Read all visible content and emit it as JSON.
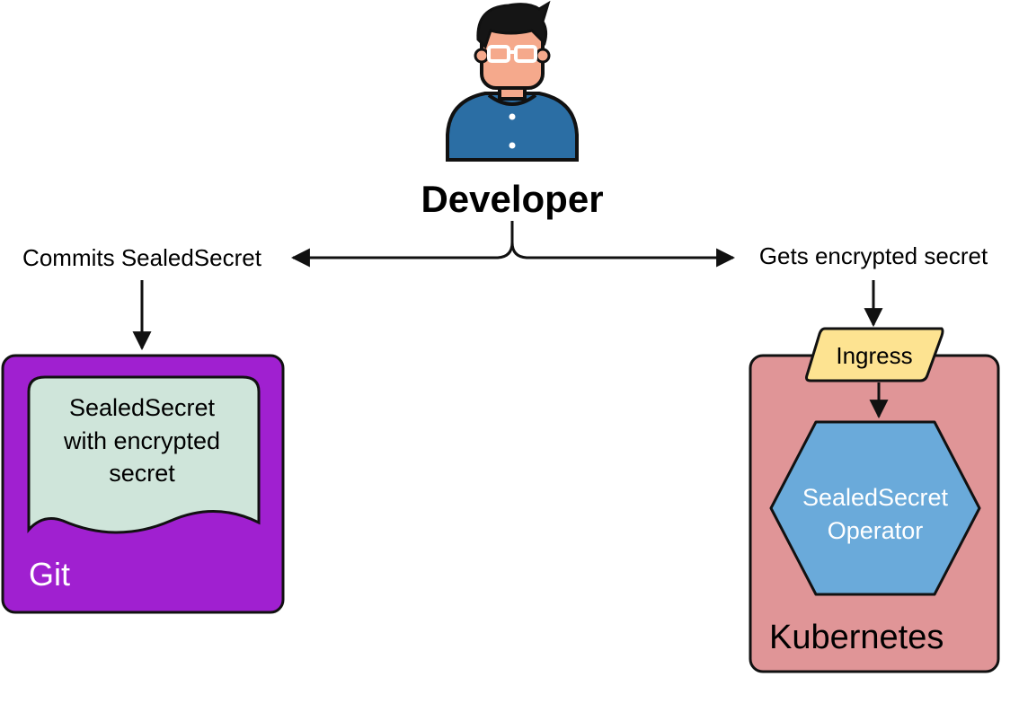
{
  "developer": {
    "label": "Developer",
    "icon": "developer-avatar-icon"
  },
  "left_flow": {
    "label": "Commits SealedSecret"
  },
  "right_flow": {
    "label": "Gets encrypted secret"
  },
  "git_box": {
    "label": "Git",
    "document_lines": [
      "SealedSecret",
      "with encrypted",
      "secret"
    ]
  },
  "kubernetes_box": {
    "label": "Kubernetes",
    "ingress_label": "Ingress",
    "operator_lines": [
      "SealedSecret",
      "Operator"
    ]
  },
  "colors": {
    "git_fill": "#a020d0",
    "document_fill": "#cfe5da",
    "kubernetes_fill": "#e09597",
    "ingress_fill": "#fde391",
    "operator_fill": "#6aaada",
    "shirt": "#2b6ea4",
    "skin": "#f5a98c",
    "hair": "#151515"
  }
}
